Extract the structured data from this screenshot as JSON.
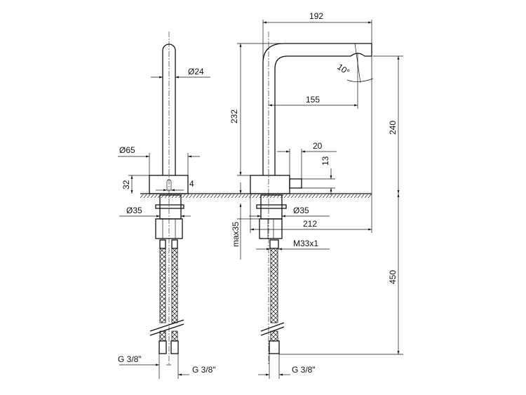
{
  "drawing": {
    "title": "Faucet dimensional drawing",
    "left_view": {
      "spout_diameter": "Ø24",
      "base_diameter": "Ø65",
      "base_height": "32",
      "slot_width": "4",
      "shank_diameter": "Ø35",
      "hose_thread_a": "G 3/8\"",
      "hose_thread_b": "G 3/8\""
    },
    "right_view": {
      "overall_reach": "192",
      "spout_angle": "10°",
      "spout_height": "232",
      "outlet_reach": "155",
      "overall_height": "240",
      "lever_length": "20",
      "lever_height": "13",
      "max_deck_thickness": "max35",
      "shank_diameter": "Ø35",
      "total_length": "212",
      "thread": "M33x1",
      "hose_length": "450",
      "hose_thread": "G 3/8\""
    }
  }
}
